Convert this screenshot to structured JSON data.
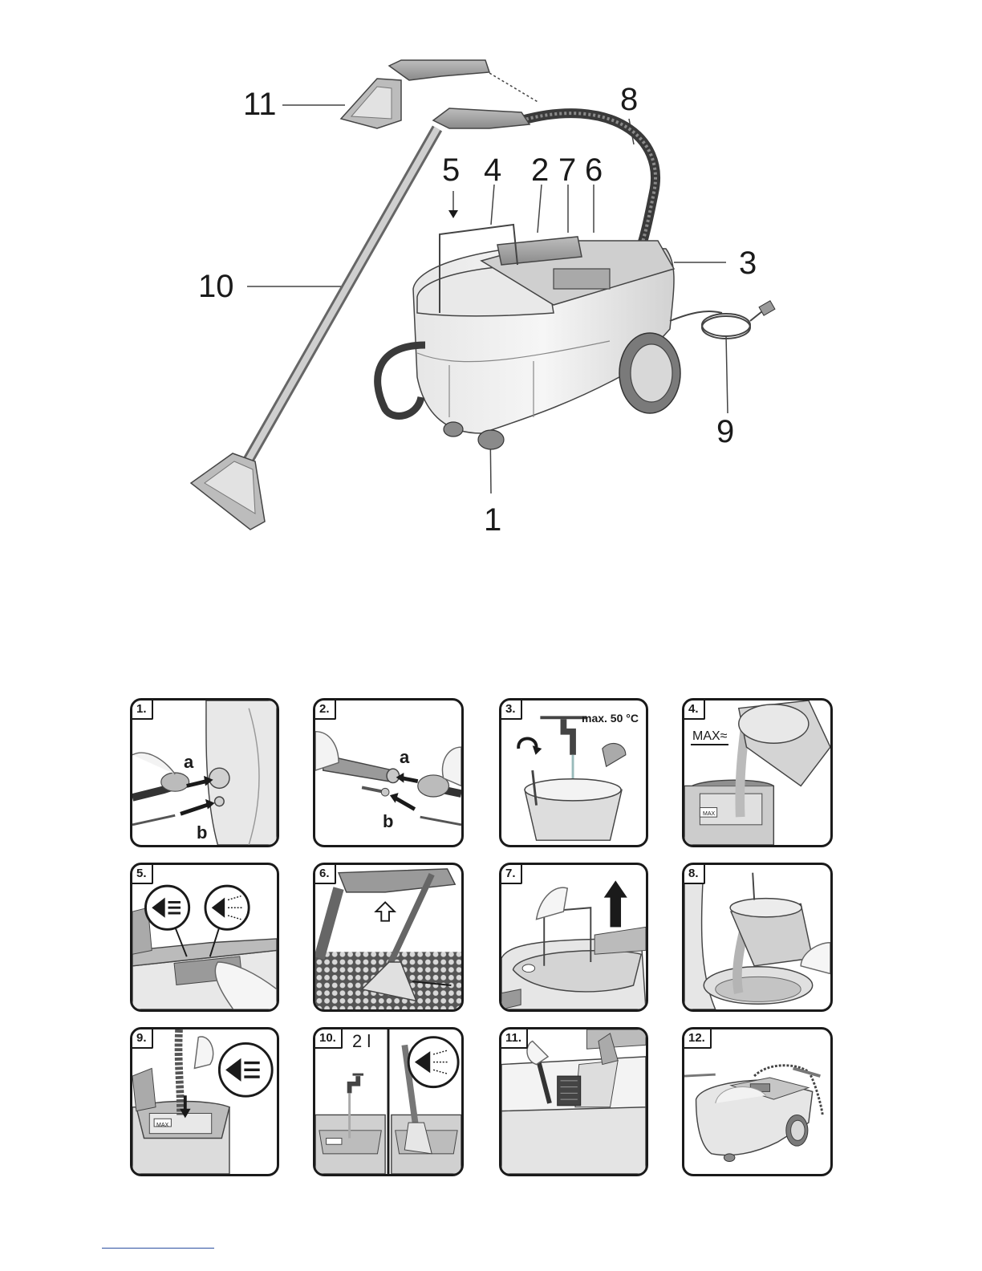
{
  "overview": {
    "labels": [
      "11",
      "8",
      "5",
      "4",
      "2",
      "7",
      "6",
      "3",
      "10",
      "9",
      "1"
    ]
  },
  "steps": [
    {
      "tag": "1.",
      "texts": [
        "a",
        "b"
      ]
    },
    {
      "tag": "2.",
      "texts": [
        "a",
        "b"
      ]
    },
    {
      "tag": "3.",
      "texts": [
        "max. 50 °C"
      ]
    },
    {
      "tag": "4.",
      "texts": [
        "MAX≈",
        "MAX"
      ]
    },
    {
      "tag": "5.",
      "texts": []
    },
    {
      "tag": "6.",
      "texts": []
    },
    {
      "tag": "7.",
      "texts": []
    },
    {
      "tag": "8.",
      "texts": []
    },
    {
      "tag": "9.",
      "texts": [
        "MAX"
      ]
    },
    {
      "tag": "10.",
      "texts": [
        "2 l"
      ]
    },
    {
      "tag": "11.",
      "texts": []
    },
    {
      "tag": "12.",
      "texts": []
    }
  ]
}
